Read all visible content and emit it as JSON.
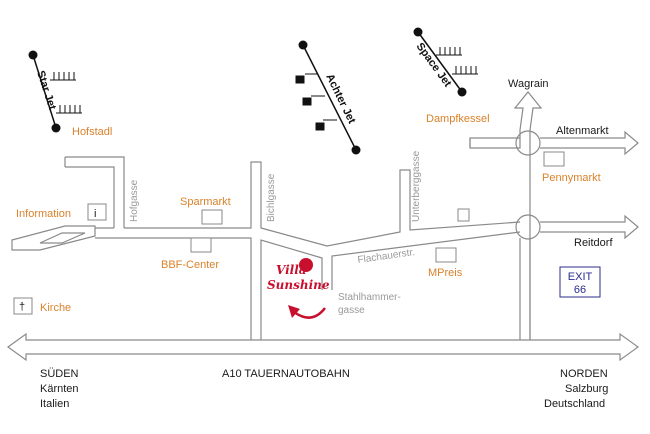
{
  "lifts": {
    "star_jet": "Star Jet",
    "achter_jet": "Achter Jet",
    "space_jet": "Space Jet"
  },
  "places": {
    "hofstadl": "Hofstadl",
    "dampfkessel": "Dampfkessel",
    "information": "Information",
    "info_symbol": "i",
    "sparmarkt": "Sparmarkt",
    "bbf_center": "BBF-Center",
    "pennymarkt": "Pennymarkt",
    "mpreis": "MPreis",
    "kirche": "Kirche",
    "kirche_symbol": "†"
  },
  "streets": {
    "hofgasse": "Hofgasse",
    "bichlgasse": "Bichlgasse",
    "unterberggasse": "Unterberggasse",
    "flachauerstr": "Flachauerstr.",
    "stahlhammer_line1": "Stahlhammer-",
    "stahlhammer_line2": "gasse"
  },
  "destinations": {
    "wagrain": "Wagrain",
    "altenmarkt": "Altenmarkt",
    "reitdorf": "Reitdorf"
  },
  "hotel": {
    "line1": "Villa",
    "line2": "Sunshine",
    "color": "#c8102e"
  },
  "exit": {
    "line1": "EXIT",
    "line2": "66",
    "color": "#2b2d8c"
  },
  "highway": {
    "name": "A10  TAUERNAUTOBAHN",
    "south": {
      "title": "SÜDEN",
      "line1": "Kärnten",
      "line2": "Italien"
    },
    "north": {
      "title": "NORDEN",
      "line1": "Salzburg",
      "line2": "Deutschland"
    }
  },
  "colors": {
    "label_orange": "#d9822b",
    "street_gray": "#9a9a9a",
    "road_stroke": "#8a8a8a"
  }
}
